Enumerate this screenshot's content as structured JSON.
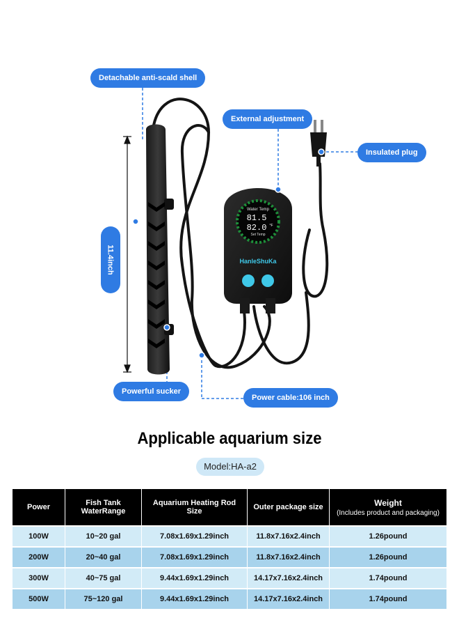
{
  "callouts": {
    "shell": "Detachable anti-scald shell",
    "adjustment": "External adjustment",
    "plug": "Insulated plug",
    "length": "11.4inch",
    "sucker": "Powerful sucker",
    "cable": "Power cable:106 inch"
  },
  "controller": {
    "water_temp_label": "Water Temp",
    "water_temp_value": "81.5",
    "set_temp_value": "82.0",
    "unit": "°F",
    "set_temp_label": "Set Temp",
    "brand": "HanleShuKa"
  },
  "heading": "Applicable aquarium size",
  "model": "Model:HA-a2",
  "table": {
    "headers": {
      "power": "Power",
      "range": "Fish Tank WaterRange",
      "rod": "Aquarium Heating Rod Size",
      "package": "Outer package size",
      "weight": "Weight",
      "weight_note": "(Includes product and packaging)"
    },
    "rows": [
      {
        "power": "100W",
        "range": "10~20 gal",
        "rod": "7.08x1.69x1.29inch",
        "package": "11.8x7.16x2.4inch",
        "weight": "1.26pound"
      },
      {
        "power": "200W",
        "range": "20~40 gal",
        "rod": "7.08x1.69x1.29inch",
        "package": "11.8x7.16x2.4inch",
        "weight": "1.26pound"
      },
      {
        "power": "300W",
        "range": "40~75 gal",
        "rod": "9.44x1.69x1.29inch",
        "package": "14.17x7.16x2.4inch",
        "weight": "1.74pound"
      },
      {
        "power": "500W",
        "range": "75~120 gal",
        "rod": "9.44x1.69x1.29inch",
        "package": "14.17x7.16x2.4inch",
        "weight": "1.74pound"
      }
    ]
  }
}
